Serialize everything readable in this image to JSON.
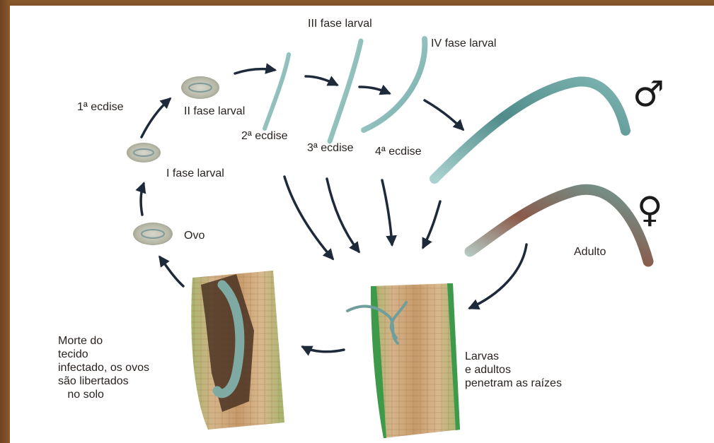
{
  "stages": {
    "egg": "Ovo",
    "larva_1": "I fase larval",
    "larva_2": "II fase larval",
    "larva_3": "III fase larval",
    "larva_4": "IV fase larval",
    "adult": "Adulto"
  },
  "molts": {
    "first": "1ª ecdise",
    "second": "2ª ecdise",
    "third": "3ª ecdise",
    "fourth": "4ª ecdise"
  },
  "root_labels": {
    "penetrate": "Larvas\ne adultos\npenetram as raízes",
    "death": "Morte do\ntecido\ninfectado, os ovos\nsão libertados\n   no solo"
  },
  "symbols": {
    "male": "♂",
    "female": "♀"
  },
  "colors": {
    "arrow": "#1e2a3a",
    "larva": "#8fc0bd",
    "egg_shell": "#b9b8a8",
    "root_tissue": "#c8a878",
    "root_green": "#3d9a4a",
    "necrotic": "#3a2a1a"
  }
}
